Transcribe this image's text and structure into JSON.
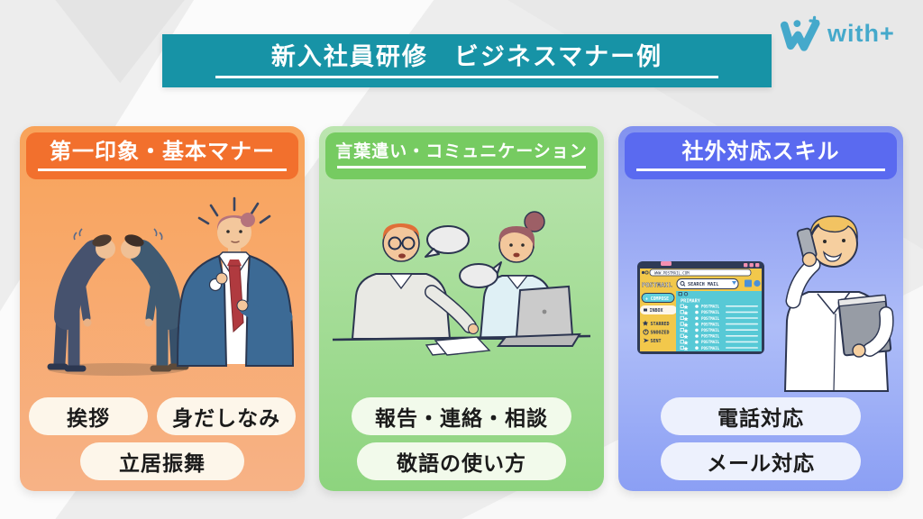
{
  "page": {
    "background": "#ededed"
  },
  "header": {
    "title": "新入社員研修　ビジネスマナー例",
    "bg_color": "#1793a6"
  },
  "logo": {
    "text": "with+",
    "color": "#45a9cb"
  },
  "cards": [
    {
      "title": "第一印象・基本マナー",
      "header_color": "#f2702d",
      "pill_bg": "#fdf6ea",
      "tags": [
        "挨拶",
        "身だしなみ",
        "立居振舞"
      ],
      "illustration": "two-businessmen-bowing-and-man-adjusting-tie"
    },
    {
      "title": "言葉遣い・コミュニケーション",
      "header_color": "#76cb61",
      "pill_bg": "#f2faeb",
      "tags": [
        "報告・連絡・相談",
        "敬語の使い方"
      ],
      "illustration": "two-colleagues-talking-with-laptop"
    },
    {
      "title": "社外対応スキル",
      "header_color": "#5a6af0",
      "pill_bg": "#edf1fd",
      "tags": [
        "電話対応",
        "メール対応"
      ],
      "illustration": "email-client-window-and-man-on-phone"
    }
  ],
  "mail_window": {
    "brand": "POSTMAIL",
    "url": "WWW.POSTMAIL.COM",
    "search": "SEARCH MAIL",
    "compose": "+ COMPOSE",
    "folders": [
      "INBOX",
      "STARRED",
      "SNOOZED",
      "SENT"
    ],
    "list_header": "PRIMARY",
    "sender": "POSTMAIL"
  }
}
